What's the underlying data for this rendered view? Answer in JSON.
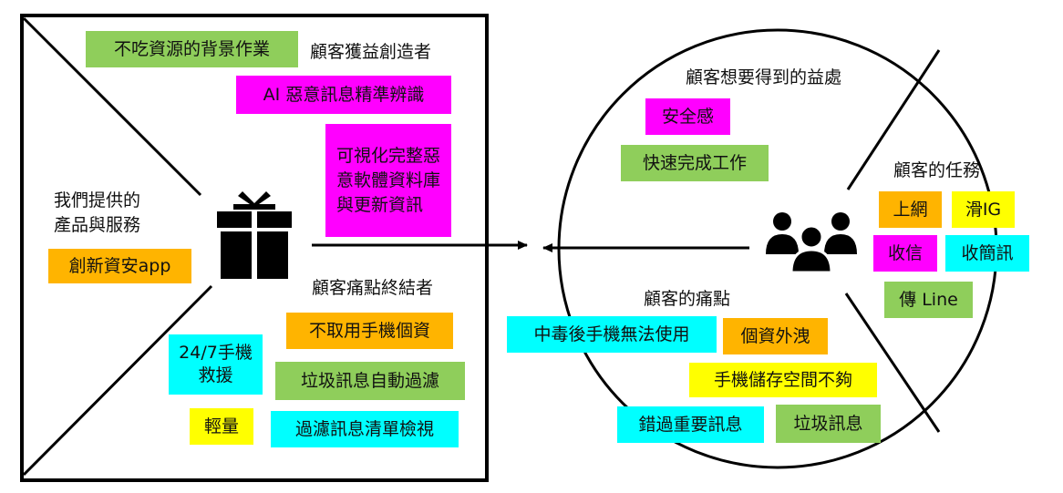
{
  "colors": {
    "green": "#8fce5b",
    "magenta": "#ff00ff",
    "orange": "#ffb400",
    "cyan": "#00ffff",
    "yellow": "#ffff00",
    "outline": "#000000"
  },
  "icons": {
    "product": "gift-icon",
    "customer": "users-group-icon"
  },
  "value_map": {
    "products_services_title": "我們提供的\n產品與服務",
    "products": [
      "創新資安app"
    ],
    "gain_creators_title": "顧客獲益創造者",
    "gain_creators": [
      "不吃資源的背景作業",
      "AI 惡意訊息精準辨識",
      "可視化完整惡意軟體資料庫與更新資訊"
    ],
    "pain_relievers_title": "顧客痛點終結者",
    "pain_relievers": [
      "不取用手機個資",
      "24/7手機救援",
      "垃圾訊息自動過濾",
      "輕量",
      "過濾訊息清單檢視"
    ]
  },
  "customer_profile": {
    "gains_title": "顧客想要得到的益處",
    "gains": [
      "安全感",
      "快速完成工作"
    ],
    "jobs_title": "顧客的任務",
    "jobs": [
      "上網",
      "滑IG",
      "收信",
      "收簡訊",
      "傳 Line"
    ],
    "pains_title": "顧客的痛點",
    "pains": [
      "中毒後手機無法使用",
      "個資外洩",
      "手機儲存空間不夠",
      "錯過重要訊息",
      "垃圾訊息"
    ]
  }
}
